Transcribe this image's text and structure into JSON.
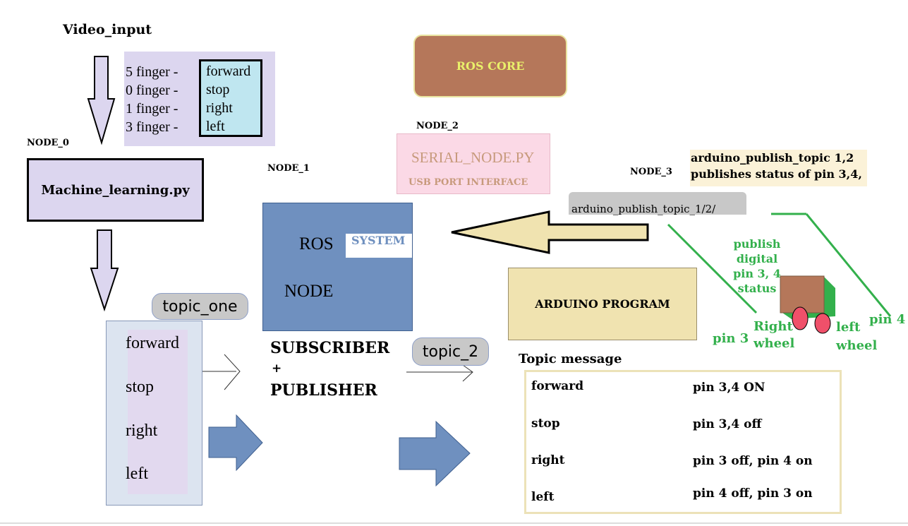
{
  "video_input": "Video_input",
  "gestures": [
    {
      "finger": "5 finger -",
      "command": "forward"
    },
    {
      "finger": "0 finger -",
      "command": "stop"
    },
    {
      "finger": "1 finger -",
      "command": "right"
    },
    {
      "finger": "3 finger -",
      "command": "left"
    }
  ],
  "ros_core": "ROS CORE",
  "node_0": {
    "label": "NODE_0",
    "file": "Machine_learning.py"
  },
  "node_1": {
    "label": "NODE_1",
    "ros": "ROS",
    "system": "SYSTEM",
    "node": "NODE",
    "subscriber": "SUBSCRIBER",
    "plus": "+",
    "publisher": "PUBLISHER"
  },
  "node_2": {
    "label": "NODE_2",
    "file": "SERIAL_NODE.PY",
    "sub": "USB PORT INTERFACE"
  },
  "node_3": {
    "label": "NODE_3",
    "status_line1": "arduino_publish_topic 1,2",
    "status_line2": "publishes status of pin 3,4,",
    "topic": "arduino_publish_topic_1/2/"
  },
  "topic_one": {
    "label": "topic_one",
    "items": [
      "forward",
      "stop",
      "right",
      "left"
    ]
  },
  "topic_2": "topic_2",
  "arduino_program": "ARDUINO PROGRAM",
  "robot": {
    "publish_line1": "publish digital",
    "publish_line2": "pin 3, 4 status",
    "right_wheel_1": "Right",
    "right_wheel_2": "wheel",
    "left_wheel_1": "left",
    "left_wheel_2": "wheel",
    "pin3": "pin 3",
    "pin4": "pin 4"
  },
  "topic_message": {
    "title": "Topic message",
    "rows": [
      {
        "message": "forward",
        "result": "pin 3,4 ON"
      },
      {
        "message": "stop",
        "result": "pin 3,4 off"
      },
      {
        "message": "right",
        "result": "pin 3 off, pin 4 on"
      },
      {
        "message": "left",
        "result": "pin 4 off, pin 3 on"
      }
    ]
  },
  "colors": {
    "node_blue": "#6f90bf",
    "gesture_purple": "#dcd6ef",
    "arrow_tan": "#f0e3b0",
    "green": "#33b04c",
    "ros_core": "#b5775a"
  }
}
